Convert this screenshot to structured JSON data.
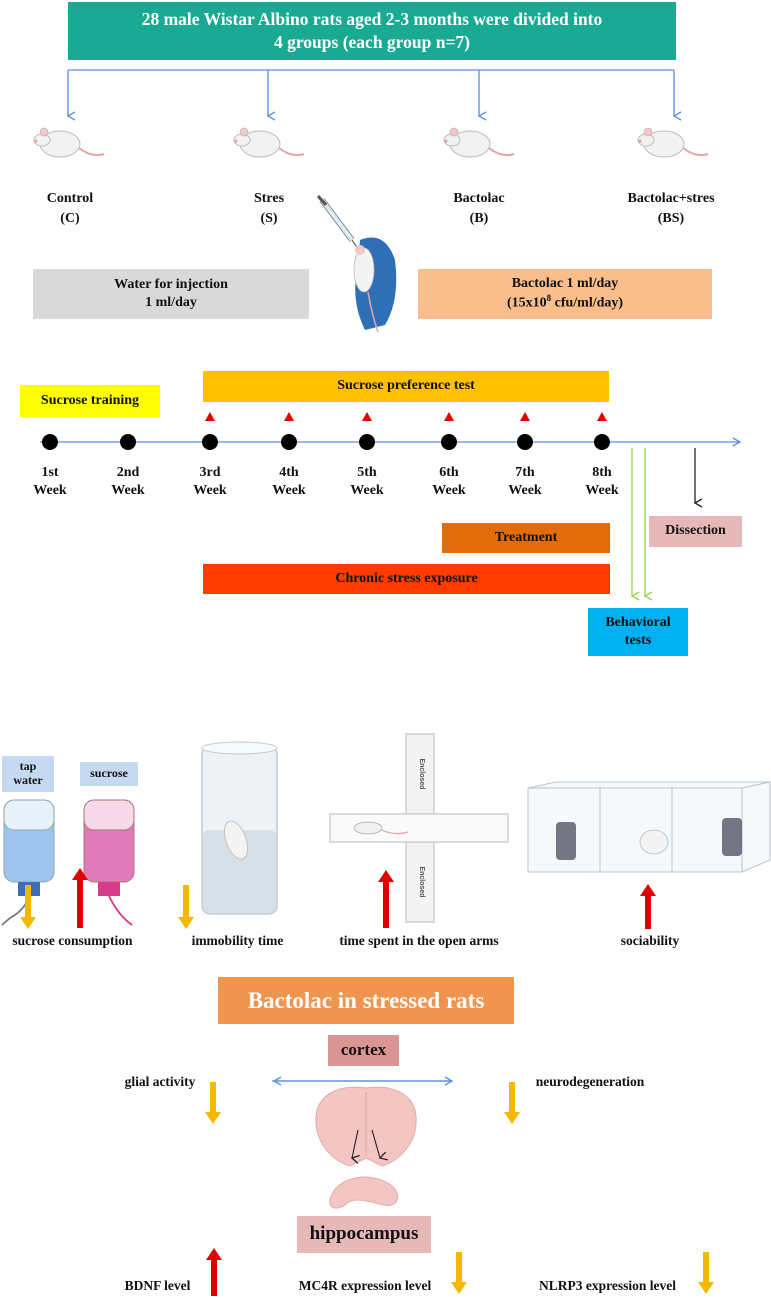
{
  "header": {
    "line1": "28 male Wistar Albino rats aged 2-3 months were divided into",
    "line2": "4 groups (each group n=7)"
  },
  "groups": [
    {
      "name": "Control",
      "abbr": "(C)"
    },
    {
      "name": "Stres",
      "abbr": "(S)"
    },
    {
      "name": "Bactolac",
      "abbr": "(B)"
    },
    {
      "name": "Bactolac+stres",
      "abbr": "(BS)"
    }
  ],
  "treatments": {
    "water_line1": "Water for injection",
    "water_line2": "1 ml/day",
    "bactolac_line1": "Bactolac 1 ml/day",
    "bactolac_line2_pre": "(15x10",
    "bactolac_line2_sup": "8",
    "bactolac_line2_post": " cfu/ml/day)"
  },
  "timeline": {
    "sucrose_training": "Sucrose training",
    "sucrose_preference": "Sucrose preference test",
    "week_word": "Week",
    "weeks": [
      "1st",
      "2nd",
      "3rd",
      "4th",
      "5th",
      "6th",
      "7th",
      "8th"
    ],
    "treatment": "Treatment",
    "chronic_stress": "Chronic stress exposure",
    "dissection": "Dissection",
    "behavioral_line1": "Behavioral",
    "behavioral_line2": "tests"
  },
  "tests": {
    "tap_water_line1": "tap",
    "tap_water_line2": "water",
    "sucrose": "sucrose",
    "sucrose_consumption": "sucrose consumption",
    "immobility_time": "immobility time",
    "open_arms": "time spent in the open arms",
    "sociability": "sociability",
    "maze_arm_label": "Enclosed"
  },
  "results": {
    "title": "Bactolac in stressed rats",
    "cortex": "cortex",
    "glial_activity": "glial activity",
    "neurodegeneration": "neurodegeneration",
    "hippocampus": "hippocampus",
    "bdnf": "BDNF level",
    "mc4r": "MC4R expression level",
    "nlrp3": "NLRP3 expression level"
  },
  "colors": {
    "header_bg": "#1aaa94",
    "water_bg": "#d9d9d9",
    "bactolac_bg": "#f9be8c",
    "sucrose_training_bg": "#ffff00",
    "sucrose_pref_bg": "#ffc000",
    "treatment_bg": "#e36c0a",
    "chronic_stress_bg": "#ff3b00",
    "dissection_bg": "#e6b8b7",
    "behavioral_bg": "#00b0f0",
    "results_title_bg": "#f0954f",
    "cortex_bg": "#d99694",
    "hippocampus_bg": "#e6b8b7",
    "up_arrow": "#e00000",
    "down_arrow": "#f5b800",
    "timeline_line": "#5b8fd6",
    "triangle": "#e00000"
  }
}
